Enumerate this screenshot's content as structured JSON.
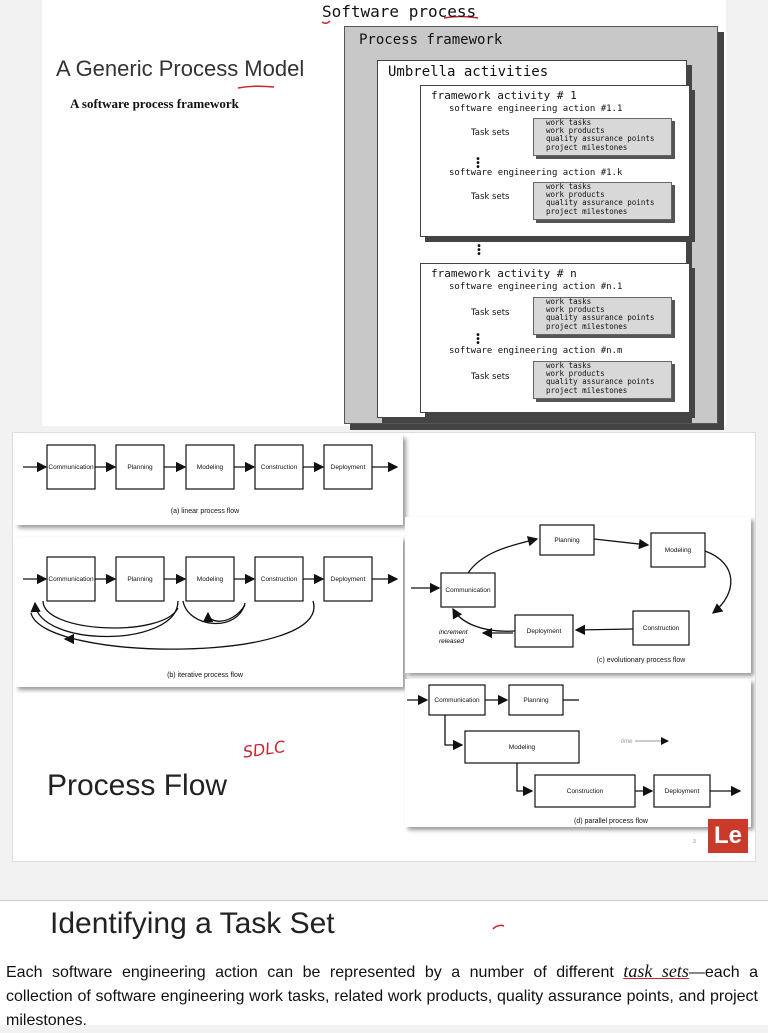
{
  "slide1": {
    "title": "A Generic Process Model",
    "subtitle": "A software process framework",
    "annotation_title": "Software process",
    "framework": {
      "title": "Process framework",
      "umbrella": "Umbrella activities",
      "activities": [
        {
          "title": "framework activity # 1",
          "actions": [
            {
              "label": "software engineering action #1.1",
              "task_label": "Task sets",
              "tasks": [
                "work tasks",
                "work products",
                "quality assurance points",
                "project milestones"
              ]
            },
            {
              "label": "software engineering action #1.k",
              "task_label": "Task sets",
              "tasks": [
                "work tasks",
                "work products",
                "quality assurance points",
                "project milestones"
              ]
            }
          ]
        },
        {
          "title": "framework activity # n",
          "actions": [
            {
              "label": "software engineering action #n.1",
              "task_label": "Task sets",
              "tasks": [
                "work tasks",
                "work products",
                "quality assurance points",
                "project milestones"
              ]
            },
            {
              "label": "software engineering action #n.m",
              "task_label": "Task sets",
              "tasks": [
                "work tasks",
                "work products",
                "quality assurance points",
                "project milestones"
              ]
            }
          ]
        }
      ]
    }
  },
  "slide2": {
    "title": "Process Flow",
    "handwritten": "SDLC",
    "logo": "Le",
    "page_number": "3",
    "linear": {
      "boxes": [
        "Communication",
        "Planning",
        "Modeling",
        "Construction",
        "Deployment"
      ],
      "caption": "(a) linear process flow"
    },
    "iterative": {
      "boxes": [
        "Communication",
        "Planning",
        "Modeling",
        "Construction",
        "Deployment"
      ],
      "caption": "(b) iterative process flow"
    },
    "evolutionary": {
      "boxes": [
        "Communication",
        "Planning",
        "Modeling",
        "Construction",
        "Deployment"
      ],
      "note": [
        "increment",
        "released"
      ],
      "caption": "(c) evolutionary process flow"
    },
    "parallel": {
      "boxes": [
        "Communication",
        "Planning",
        "Modeling",
        "Construction",
        "Deployment"
      ],
      "time_label": "time",
      "caption": "(d) parallel process flow"
    }
  },
  "slide3": {
    "title": "Identifying a Task Set",
    "body_before": "Each software engineering action can be represented by a number of different ",
    "body_term": "task sets",
    "body_after": "—each a collection of software engineering work tasks, related work products, quality assurance points, and project milestones."
  }
}
